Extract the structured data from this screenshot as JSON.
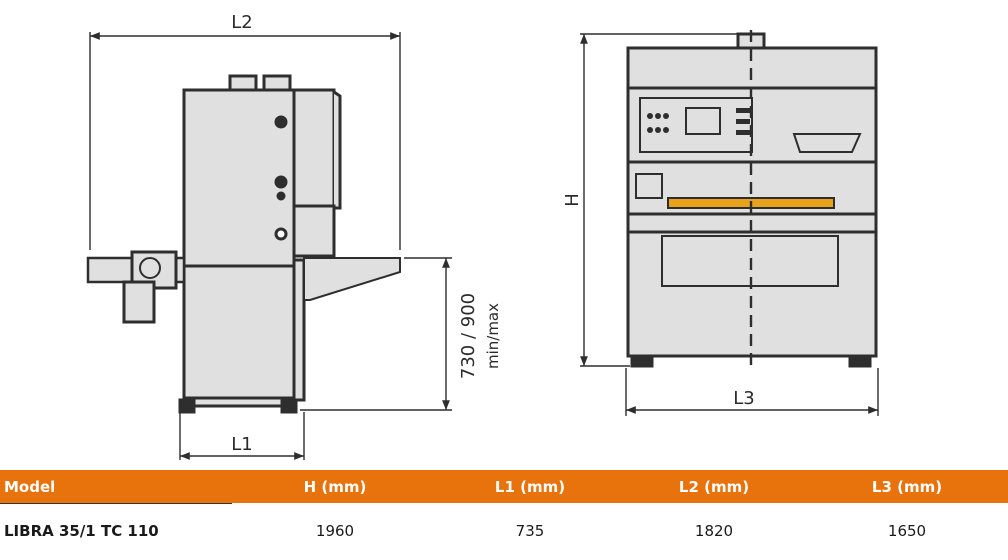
{
  "dimensions": {
    "l2": "L2",
    "l1": "L1",
    "l3": "L3",
    "h": "H",
    "height_range": "730 / 900",
    "height_range_note": "min/max"
  },
  "table": {
    "headers": [
      "Model",
      "H (mm)",
      "L1 (mm)",
      "L2 (mm)",
      "L3 (mm)"
    ],
    "rows": [
      [
        "LIBRA 35/1 TC 110",
        "1960",
        "735",
        "1820",
        "1650"
      ]
    ]
  },
  "colors": {
    "accent": "#e8720c",
    "machine_fill": "#e0e0e0",
    "outline": "#2e2e2e"
  }
}
